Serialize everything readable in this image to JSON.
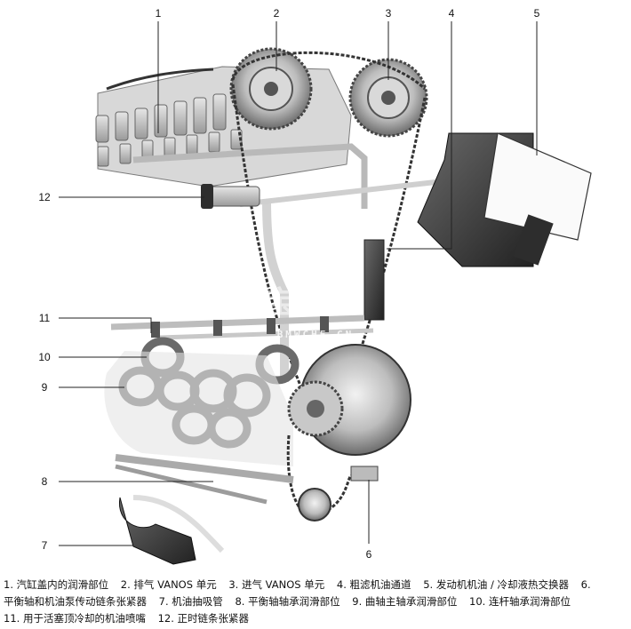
{
  "callouts": [
    {
      "id": "1",
      "number": "1"
    },
    {
      "id": "2",
      "number": "2"
    },
    {
      "id": "3",
      "number": "3"
    },
    {
      "id": "4",
      "number": "4"
    },
    {
      "id": "5",
      "number": "5"
    },
    {
      "id": "6",
      "number": "6"
    },
    {
      "id": "7",
      "number": "7"
    },
    {
      "id": "8",
      "number": "8"
    },
    {
      "id": "9",
      "number": "9"
    },
    {
      "id": "10",
      "number": "10"
    },
    {
      "id": "11",
      "number": "11"
    },
    {
      "id": "12",
      "number": "12"
    }
  ],
  "watermark": {
    "main": "宝马汇",
    "sub": "BMWCHE.CN"
  },
  "caption": {
    "lines": [
      [
        "1. 汽缸盖内的润滑部位",
        "2. 排气 VANOS 单元",
        "3. 进气 VANOS 单元",
        "4. 粗滤机油通道",
        "5. 发动机机油 / 冷却液热交换器",
        "6."
      ],
      [
        "平衡轴和机油泵传动链条张紧器",
        "7. 机油抽吸管",
        "8. 平衡轴轴承润滑部位",
        "9. 曲轴主轴承润滑部位",
        "10. 连杆轴承润滑部位"
      ],
      [
        "11. 用于活塞顶冷却的机油喷嘴",
        "12. 正时链条张紧器"
      ]
    ]
  }
}
